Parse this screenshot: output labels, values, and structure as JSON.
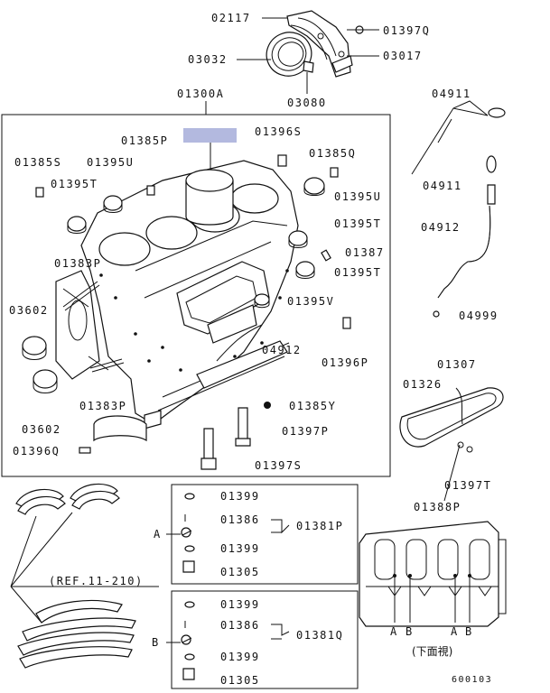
{
  "diagram_code": "600103",
  "highlight_color": "#b3b9df",
  "labels": {
    "p02117": "02117",
    "p01397q": "01397Q",
    "p03032": "03032",
    "p03017": "03017",
    "p03080": "03080",
    "p01300a": "01300A",
    "p04911a": "04911",
    "p01396s": "01396S",
    "p01385p": "01385P",
    "p01385q": "01385Q",
    "p01385s": "01385S",
    "p01395u": "01395U",
    "p01395t_l": "01395T",
    "p01395u_r": "01395U",
    "p04911b": "04911",
    "p01395t_r1": "01395T",
    "p04912a": "04912",
    "p01387": "01387",
    "p01383p_a": "01383P",
    "p01395t_r2": "01395T",
    "p03602_a": "03602",
    "p01395v": "01395V",
    "p04999": "04999",
    "p04912b": "04912",
    "p01396p": "01396P",
    "p01307": "01307",
    "p01326": "01326",
    "p01383p_b": "01383P",
    "p01385y": "01385Y",
    "p03602_b": "03602",
    "p01397p": "01397P",
    "p01396q": "01396Q",
    "p01397s": "01397S",
    "p01397t": "01397T",
    "p01388p": "01388P",
    "ref": "(REF.11-210)",
    "bottom_view": "(下面視)"
  },
  "kit_a": {
    "marker": "A",
    "kit": "01381P",
    "items": [
      "01399",
      "01386",
      "01399",
      "01305"
    ]
  },
  "kit_b": {
    "marker": "B",
    "kit": "01381Q",
    "items": [
      "01399",
      "01386",
      "01399",
      "01305"
    ]
  },
  "view_markers": [
    "A",
    "B",
    "A",
    "B"
  ]
}
